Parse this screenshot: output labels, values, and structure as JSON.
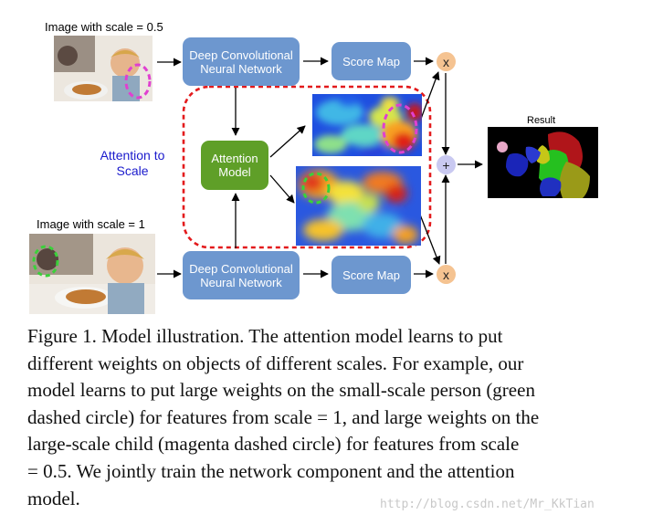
{
  "diagram": {
    "image_top_label": "Image with scale = 0.5",
    "image_bottom_label": "Image with scale = 1",
    "dcnn_top": {
      "line1": "Deep Convolutional",
      "line2": "Neural Network"
    },
    "dcnn_bottom": {
      "line1": "Deep Convolutional",
      "line2": "Neural Network"
    },
    "score_map_top": "Score Map",
    "score_map_bottom": "Score Map",
    "attention_model": {
      "line1": "Attention",
      "line2": "Model"
    },
    "attention_to_scale": {
      "line1": "Attention to",
      "line2": "Scale"
    },
    "multiply_top": "x",
    "multiply_bottom": "x",
    "plus": "+",
    "result_label": "Result",
    "colors": {
      "network_box": "#6d97cf",
      "attention_box": "#5f9f28",
      "multiply_op": "#f5c391",
      "plus_op": "#c9c9f1",
      "attention_dashed": "#e31a1c",
      "attention_text": "#1a1acc",
      "magenta_circle": "#e040d0",
      "green_circle": "#3ad13a"
    }
  },
  "caption": {
    "lines": [
      "Figure 1. Model illustration.  The attention model learns to put",
      "different weights on objects of different scales. For example, our",
      "model learns to put large weights on the small-scale person (green",
      "dashed circle) for features from scale = 1, and large weights on the",
      "large-scale child (magenta dashed circle) for features from scale",
      "= 0.5.  We jointly train the network component and the attention",
      "model."
    ]
  },
  "watermark": "http://blog.csdn.net/Mr_KkTian"
}
